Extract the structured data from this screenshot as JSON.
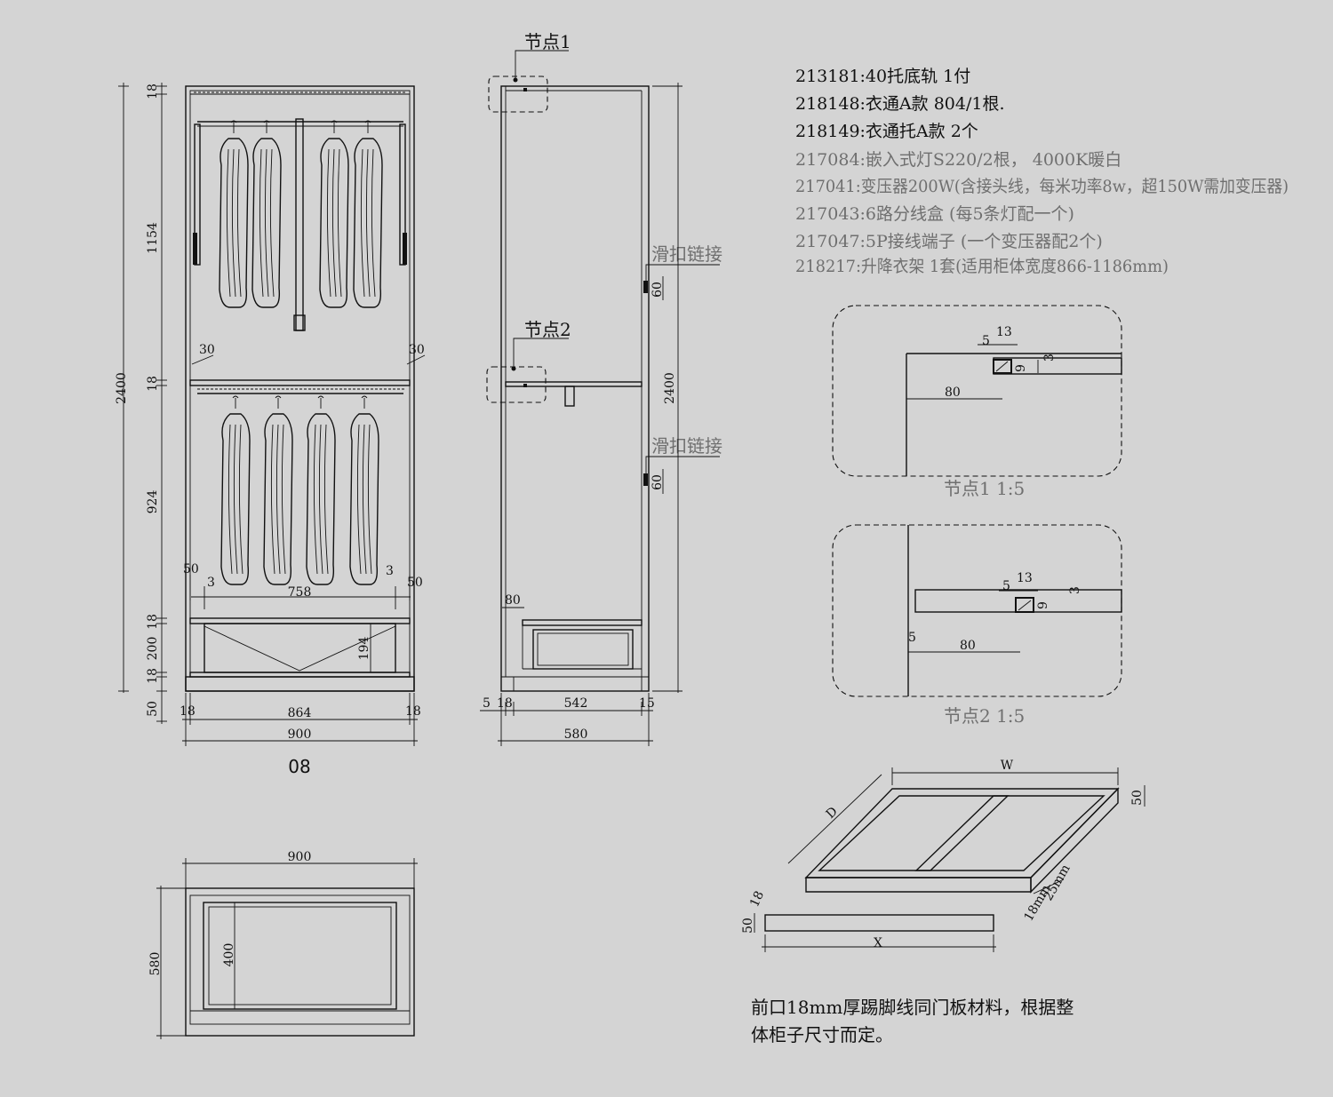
{
  "specs": [
    {
      "text": "213181:40托底轨 1付",
      "tone": "dark"
    },
    {
      "text": "218148:衣通A款 804/1根.",
      "tone": "dark"
    },
    {
      "text": "218149:衣通托A款 2个",
      "tone": "dark"
    },
    {
      "text": "217084:嵌入式灯S220/2根， 4000K暖白",
      "tone": "grey"
    },
    {
      "text": "217041:变压器200W(含接头线，每米功率8w，超150W需加变压器)",
      "tone": "grey"
    },
    {
      "text": "217043:6路分线盒 (每5条灯配一个)",
      "tone": "grey"
    },
    {
      "text": "217047:5P接线端子 (一个变压器配2个)",
      "tone": "grey"
    },
    {
      "text": "218217:升降衣架 1套(适用柜体宽度866-1186mm)",
      "tone": "grey"
    }
  ],
  "front_view": {
    "code": "08",
    "dims": {
      "top_board": "18",
      "upper_height": "1154",
      "mid_board": "18",
      "total_height": "2400",
      "lower_height": "924",
      "drawer_board": "18",
      "drawer_height": "200",
      "bottom_board": "18",
      "plinth": "50",
      "side_left": "18",
      "inner_width": "864",
      "side_right": "18",
      "total_width": "900",
      "rail_offset_left": "30",
      "rail_offset_right": "30",
      "drawer_gap_left": "50",
      "drawer_gap_right": "50",
      "drawer_inset_left": "3",
      "drawer_inset_right": "3",
      "drawer_width": "758",
      "drawer_front_height": "194"
    }
  },
  "side_view": {
    "node1_label": "节点1",
    "node2_label": "节点2",
    "hinge_label_1": "滑扣链接",
    "hinge_label_2": "滑扣链接",
    "hinge_dim_1": "60",
    "hinge_dim_2": "60",
    "total_height": "2400",
    "drawer_offset": "80",
    "dims": {
      "front_gap": "5",
      "panel": "18",
      "depth_inner": "542",
      "back_gap": "15",
      "total_depth": "580"
    }
  },
  "node1": {
    "title": "节点1 1:5",
    "dims": {
      "a": "5",
      "b": "13",
      "c": "3",
      "d": "9",
      "e": "80"
    }
  },
  "node2": {
    "title": "节点2 1:5",
    "dims": {
      "a": "5",
      "b": "13",
      "c": "3",
      "d": "9",
      "e": "80",
      "f": "5"
    }
  },
  "plan_view": {
    "width": "900",
    "depth": "580",
    "inner": "400"
  },
  "plinth_frame": {
    "w_label": "W",
    "d_label": "D",
    "x_label": "X",
    "height": "50",
    "thickness": "18",
    "thick_side": "18mm",
    "depth_side": "25mm",
    "beam_height": "50",
    "beam_thick": "18"
  },
  "note": {
    "line1": "前口18mm厚踢脚线同门板材料，根据整",
    "line2": "体柜子尺寸而定。"
  }
}
